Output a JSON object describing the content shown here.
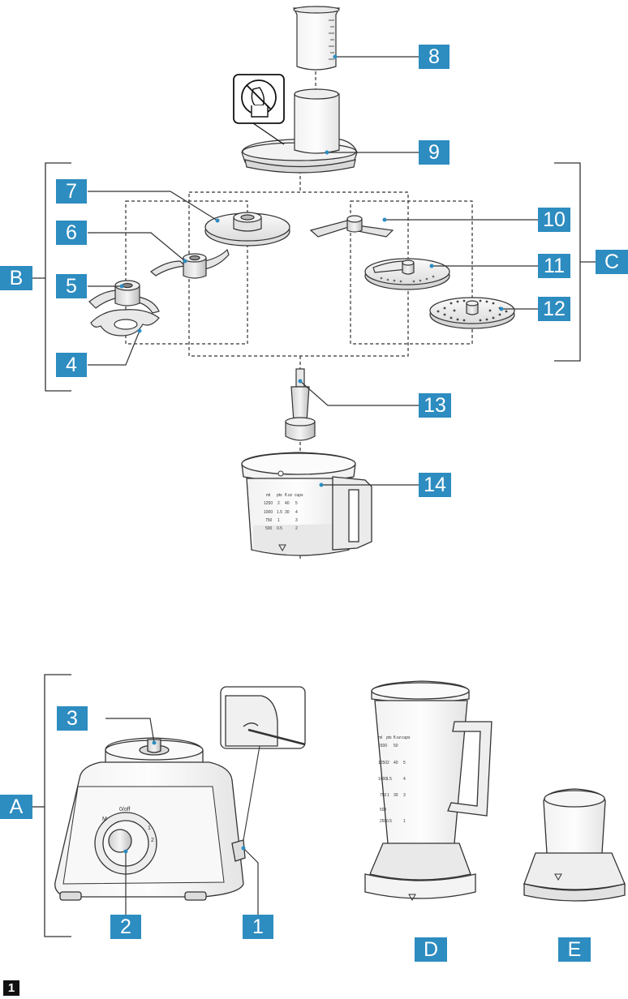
{
  "callouts": {
    "c1": "1",
    "c2": "2",
    "c3": "3",
    "c4": "4",
    "c5": "5",
    "c6": "6",
    "c7": "7",
    "c8": "8",
    "c9": "9",
    "c10": "10",
    "c11": "11",
    "c12": "12",
    "c13": "13",
    "c14": "14"
  },
  "groups": {
    "A": "A",
    "B": "B",
    "C": "C",
    "D": "D",
    "E": "E"
  },
  "figure_number": "1",
  "jug_scale": {
    "head": [
      "ml",
      "pts",
      "fl.oz",
      "cups"
    ],
    "r1": [
      "1500",
      "",
      "50",
      ""
    ],
    "r2": [
      "1250",
      "2",
      "40",
      "5"
    ],
    "r3": [
      "1000",
      "1.5",
      "",
      "4"
    ],
    "r4": [
      "750",
      "1",
      "30",
      "3"
    ],
    "r5": [
      "500",
      "",
      "",
      ""
    ],
    "r6": [
      "250",
      "0.5",
      "",
      "1"
    ]
  },
  "bowl_scale": {
    "head": [
      "ml",
      "pts",
      "fl.oz",
      "cups"
    ],
    "r1": [
      "1250",
      "2",
      "40",
      "5"
    ],
    "r2": [
      "1000",
      "1.5",
      "30",
      "4"
    ],
    "r3": [
      "750",
      "1",
      "",
      "3"
    ],
    "r4": [
      "500",
      "0.5",
      "",
      "2"
    ]
  },
  "dial": {
    "off": "0/off",
    "m": "M",
    "one": "1",
    "two": "2"
  },
  "colors": {
    "accent": "#2d8cc0",
    "line": "#333333"
  }
}
